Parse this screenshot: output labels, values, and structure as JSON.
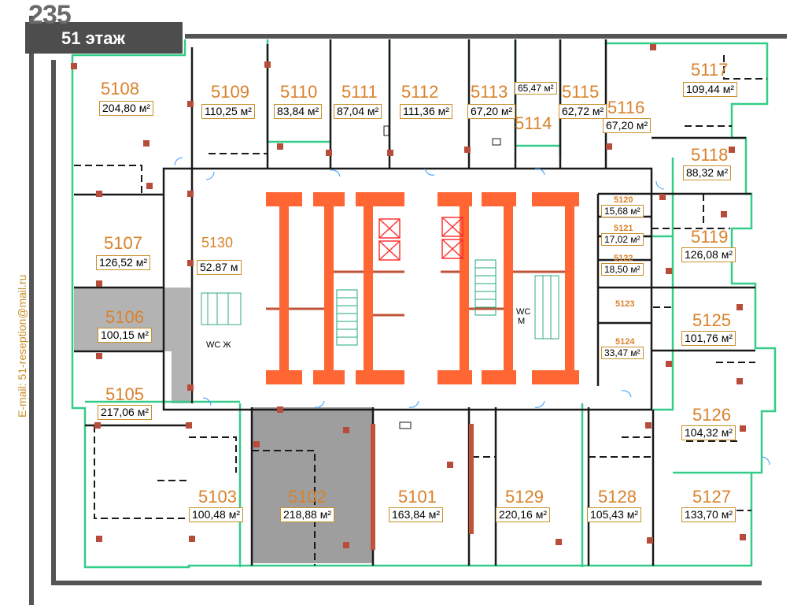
{
  "header": {
    "building_number": "235",
    "floor_title": "51 этаж"
  },
  "contact": {
    "email": "E-mail: 51-reseption@mail.ru"
  },
  "colors": {
    "wall": "#555555",
    "partition": "#1a1a1a",
    "corridor_line": "#33cc88",
    "elevator_shaft": "#ff6633",
    "label_text": "#d9822b",
    "leased_fill": "#b3b3b3",
    "area_border": "#c8902a"
  },
  "units": [
    {
      "id": "5108",
      "area": "204,80 м²"
    },
    {
      "id": "5109",
      "area": "110,25 м²"
    },
    {
      "id": "5110",
      "area": "83,84 м²"
    },
    {
      "id": "5111",
      "area": "87,04 м²"
    },
    {
      "id": "5112",
      "area": "111,36 м²"
    },
    {
      "id": "5113",
      "area": "67,20 м²"
    },
    {
      "id": "5114",
      "area": "65,47 м²"
    },
    {
      "id": "5115",
      "area": "62,72 м²"
    },
    {
      "id": "5116",
      "area": "67,20 м²"
    },
    {
      "id": "5117",
      "area": "109,44 м²"
    },
    {
      "id": "5118",
      "area": "88,32 м²"
    },
    {
      "id": "5107",
      "area": "126,52 м²"
    },
    {
      "id": "5130",
      "area": "52.87 м"
    },
    {
      "id": "5120",
      "area": "15,68 м²"
    },
    {
      "id": "5121",
      "area": "17,02 м²"
    },
    {
      "id": "5122",
      "area": "18,50 м²"
    },
    {
      "id": "5123",
      "area": ""
    },
    {
      "id": "5124",
      "area": "33,47 м²"
    },
    {
      "id": "5119",
      "area": "126,08 м²"
    },
    {
      "id": "5106",
      "area": "100,15 м²"
    },
    {
      "id": "5125",
      "area": "101,76 м²"
    },
    {
      "id": "5105",
      "area": "217,06 м²"
    },
    {
      "id": "5126",
      "area": "104,32 м²"
    },
    {
      "id": "5103",
      "area": "100,48 м²"
    },
    {
      "id": "5102",
      "area": "218,88 м²"
    },
    {
      "id": "5101",
      "area": "163,84 м²"
    },
    {
      "id": "5129",
      "area": "220,16 м²"
    },
    {
      "id": "5128",
      "area": "105,43 м²"
    },
    {
      "id": "5127",
      "area": "133,70 м²"
    }
  ],
  "wc": [
    {
      "label": "WC Ж"
    },
    {
      "label": "WC"
    },
    {
      "label": "М"
    }
  ]
}
